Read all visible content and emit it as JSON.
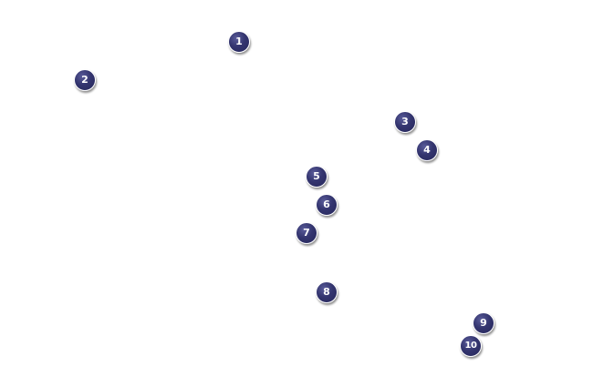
{
  "markers": {
    "m1": "1",
    "m2": "2",
    "m3": "3",
    "m4": "4",
    "m5": "5",
    "m6": "6",
    "m7": "7",
    "m8": "8",
    "m9": "9",
    "m10": "10"
  },
  "colors": {
    "marker_fill": "#34356f",
    "marker_text": "#ffffff",
    "background": "#ffffff"
  }
}
